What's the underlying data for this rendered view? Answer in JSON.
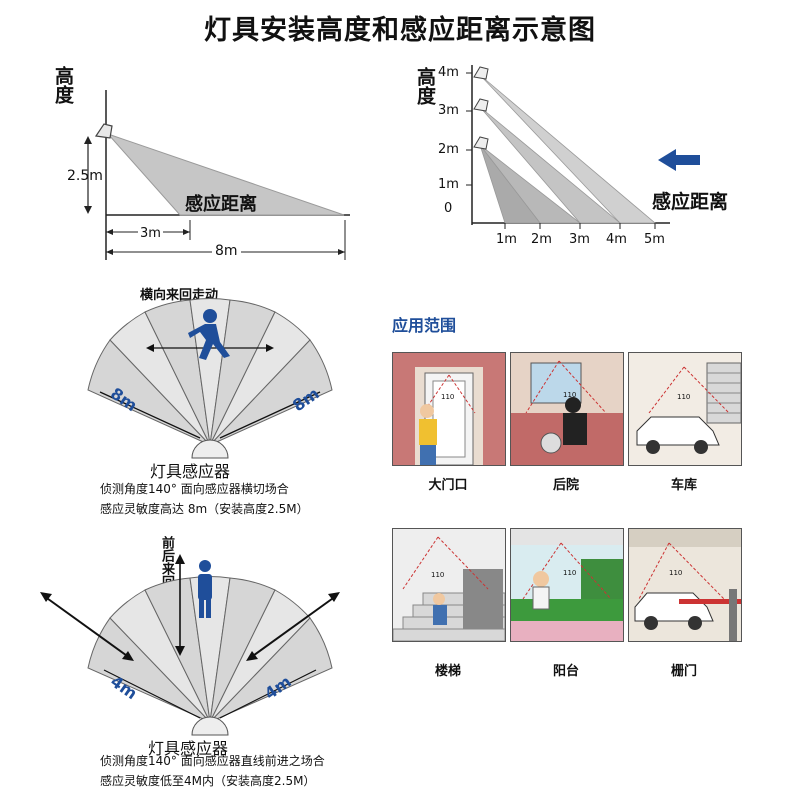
{
  "title": "灯具安装高度和感应距离示意图",
  "height_diagram_left": {
    "y_axis_label": "高度",
    "height_label": "2.5m",
    "distance_label": "感应距离",
    "dist_short": "3m",
    "dist_long": "8m"
  },
  "height_diagram_right": {
    "y_axis_label": "高度",
    "y_ticks": [
      "4m",
      "3m",
      "2m",
      "1m",
      "0"
    ],
    "x_ticks": [
      "1m",
      "2m",
      "3m",
      "4m",
      "5m"
    ],
    "distance_label": "感应距离",
    "arrow_color": "#1f4e9a"
  },
  "fan_top": {
    "motion_label": "横向来回走动",
    "left_range": "8m",
    "right_range": "8m",
    "sensor_label": "灯具感应器",
    "caption_line1": "侦测角度140° 面向感应器横切场合",
    "caption_line2": "感应灵敏度高达 8m（安装高度2.5M）"
  },
  "fan_bottom": {
    "motion_label": "前后来回走动",
    "left_range": "4m",
    "right_range": "4m",
    "sensor_label": "灯具感应器",
    "caption_line1": "侦测角度140° 面向感应器直线前进之场合",
    "caption_line2": "感应灵敏度低至4M内（安装高度2.5M）"
  },
  "applications": {
    "heading": "应用范围",
    "scene_number": "110",
    "scenes": [
      {
        "label": "大门口"
      },
      {
        "label": "后院"
      },
      {
        "label": "车库"
      },
      {
        "label": "楼梯"
      },
      {
        "label": "阳台"
      },
      {
        "label": "栅门"
      }
    ]
  },
  "colors": {
    "figure_blue": "#1f4e9a",
    "range_blue": "#1f4e9a",
    "heading_blue": "#1f4e9a",
    "beam_gray": "#c8c8c8"
  }
}
